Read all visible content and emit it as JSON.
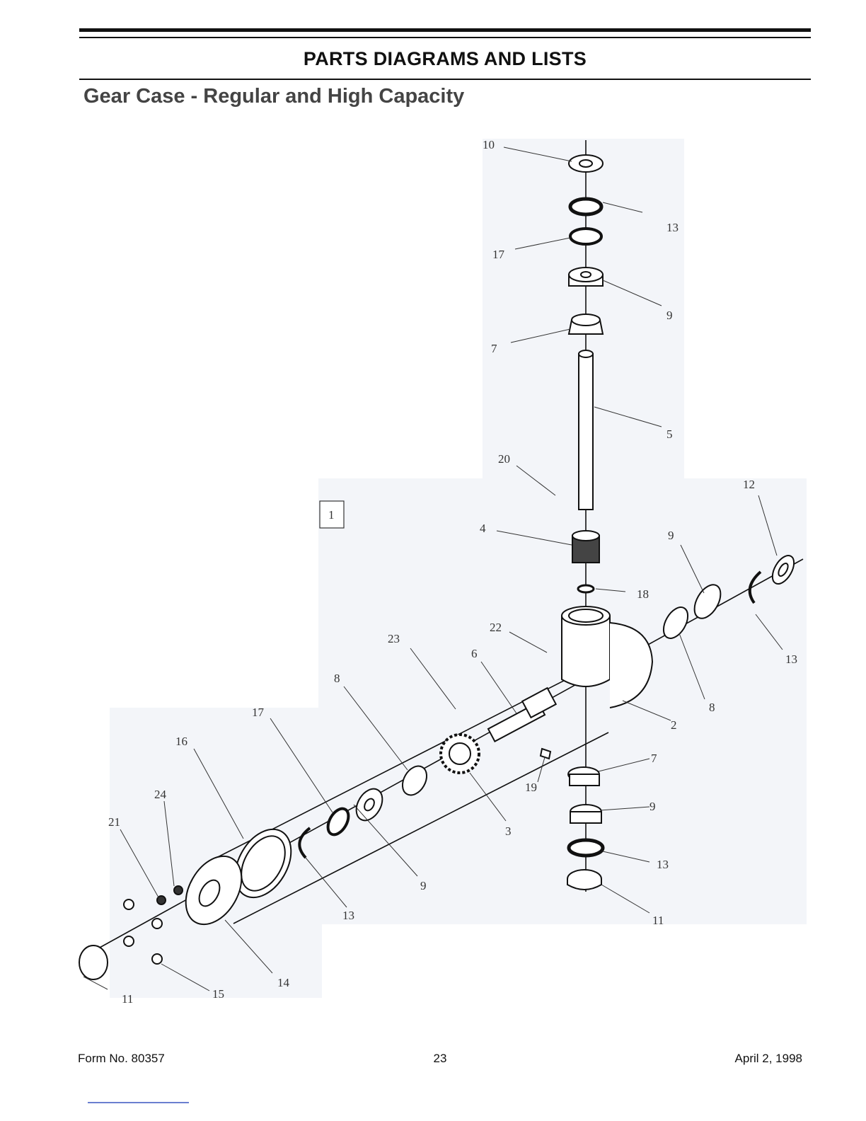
{
  "header": {
    "title": "PARTS DIAGRAMS AND LISTS",
    "section_title": "Gear Case - Regular and High Capacity"
  },
  "diagram": {
    "assembly_ref": "1",
    "callouts": {
      "c10_top": "10",
      "c13_top": "13",
      "c17_top": "17",
      "c9_top": "9",
      "c7_top": "7",
      "c5": "5",
      "c20": "20",
      "c12": "12",
      "c4": "4",
      "c9_right": "9",
      "c18": "18",
      "c13_right": "13",
      "c22": "22",
      "c23": "23",
      "c6": "6",
      "c8_right": "8",
      "c2": "2",
      "c8_left": "8",
      "c17_left": "17",
      "c16": "16",
      "c7_bottom": "7",
      "c19": "19",
      "c24": "24",
      "c9_bottom": "9",
      "c3": "3",
      "c21": "21",
      "c13_bottom": "13",
      "c9_lower": "9",
      "c13_lower": "13",
      "c11_bottom": "11",
      "c14": "14",
      "c15": "15",
      "c11_left": "11"
    }
  },
  "footer": {
    "form_no": "Form No. 80357",
    "page_number": "23",
    "date": "April 2, 1998"
  }
}
